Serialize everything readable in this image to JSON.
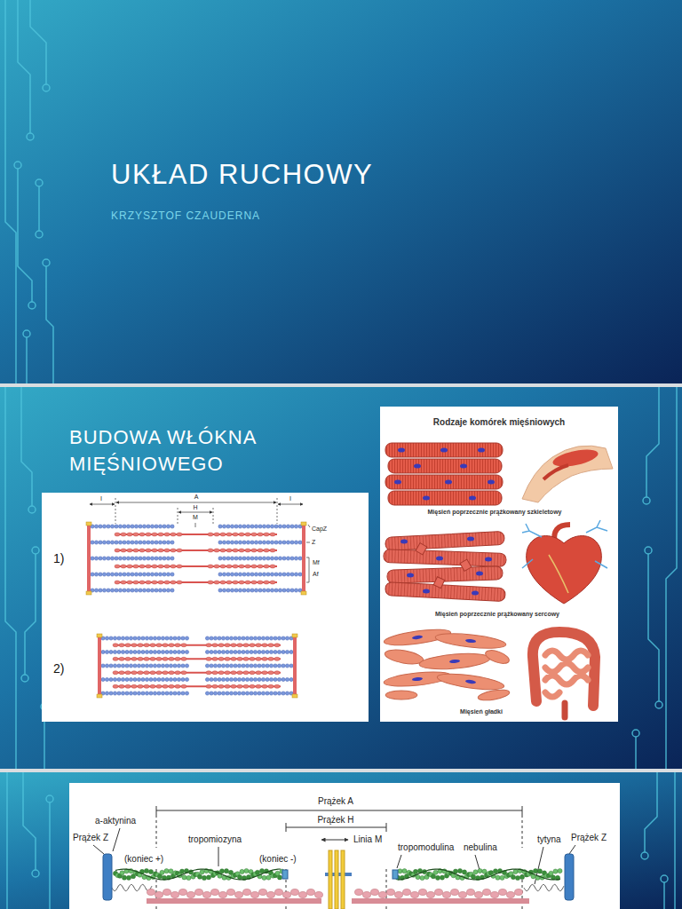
{
  "diagram": {
    "title": "UKŁAD RUCHOWY",
    "nodes": [
      {
        "text": [
          "1)",
          "2)",
          "I",
          "A",
          "H",
          "M",
          "I",
          "CapZ",
          "Z",
          "Mf",
          "Af"
        ]
      },
      {
        "text": [
          "Rodzaje komórek mięśniowych",
          "Mięsień poprzecznie prążkowany szkieletowy",
          "Mięsień poprzecznie prążkowany sercowy",
          "Mięsień gładki"
        ]
      },
      {
        "text": [
          "Prążek A",
          "Prążek H",
          "Linia M",
          "a-aktynina",
          "Prążek Z",
          "tropomiozyna",
          "(koniec +)",
          "(koniec -)",
          "tropomodulina",
          "nebulina",
          "tytyna",
          "Prążek Z"
        ]
      }
    ],
    "labels": [
      "KRZYSZTOF CZAUDERNA",
      "BUDOWA WŁÓKNA MIĘŚNIOWEGO"
    ]
  }
}
